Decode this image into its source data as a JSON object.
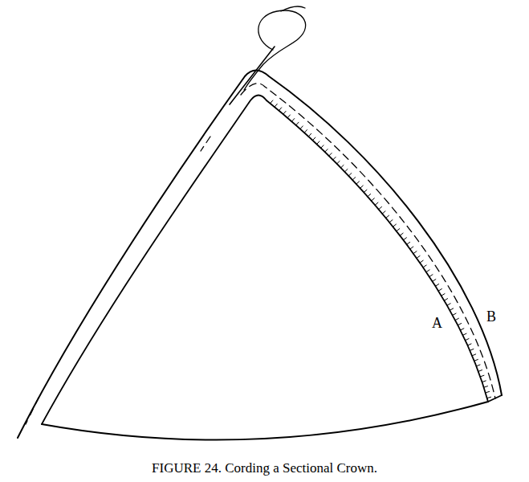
{
  "diagram": {
    "caption": "FIGURE 24. Cording a Sectional Crown.",
    "labels": [
      "A",
      "B"
    ]
  }
}
